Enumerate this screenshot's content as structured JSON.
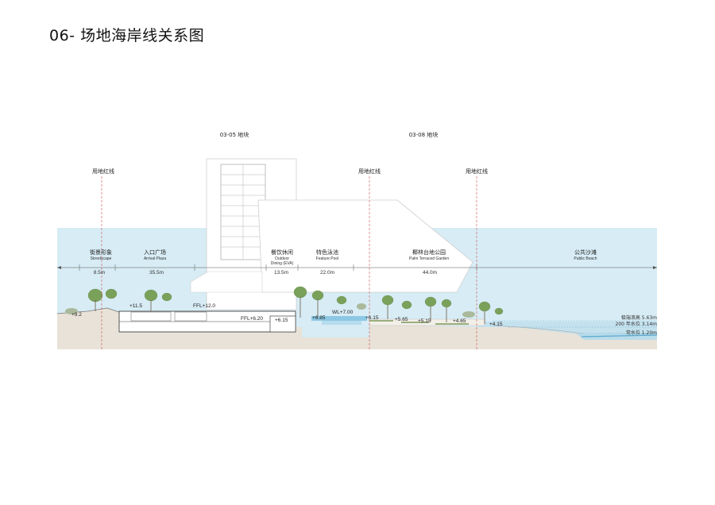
{
  "title": "06- 场地海岸线关系图",
  "parcels": [
    {
      "id": "left",
      "label": "03-05 地块"
    },
    {
      "id": "right",
      "label": "03-08 地块"
    }
  ],
  "redlines": [
    {
      "label": "用地红线"
    },
    {
      "label": "用地红线"
    },
    {
      "label": "用地红线"
    }
  ],
  "zones": [
    {
      "cn": "街景形象",
      "en": "Streetscape",
      "dim": "8.5m"
    },
    {
      "cn": "入口广场",
      "en": "Arrival Plaza",
      "dim": "35.5m"
    },
    {
      "cn": "餐饮休闲",
      "en": "Outdoor",
      "en2": "Dining (EVA)",
      "dim": "13.5m"
    },
    {
      "cn": "特色泳池",
      "en": "Feature Pool",
      "dim": "22.0m"
    },
    {
      "cn": "椰林台地公园",
      "en": "Palm Terraced Garden",
      "dim": "44.0m"
    },
    {
      "cn": "公共沙滩",
      "en": "Public Beach",
      "dim": ""
    }
  ],
  "elevations": [
    {
      "text": "+9.2"
    },
    {
      "text": "+11.5"
    },
    {
      "text": "FFL+12.0"
    },
    {
      "text": "FFL+6.20"
    },
    {
      "text": "+6.15"
    },
    {
      "text": "+6.85"
    },
    {
      "text": "WL+7.00"
    },
    {
      "text": "+6.15"
    },
    {
      "text": "+5.65"
    },
    {
      "text": "+5.15"
    },
    {
      "text": "+4.65"
    },
    {
      "text": "+4.15"
    }
  ],
  "water_levels": [
    {
      "text": "极端浪高 5.63m"
    },
    {
      "text": "200 年水位 3.14m"
    },
    {
      "text": "常水位 1.20m"
    }
  ]
}
